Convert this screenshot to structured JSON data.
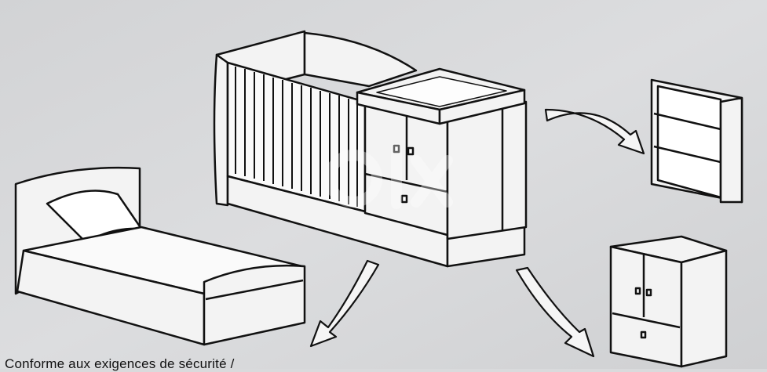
{
  "caption": "Conforme aux exigences de sécurité /",
  "watermark": "olx",
  "colors": {
    "paper": "#d9dadc",
    "ink": "#111111",
    "furniture_fill": "#f4f4f4"
  },
  "items": [
    "convertible-crib-with-changing-dresser",
    "single-bed",
    "bookshelf",
    "two-door-cabinet"
  ]
}
